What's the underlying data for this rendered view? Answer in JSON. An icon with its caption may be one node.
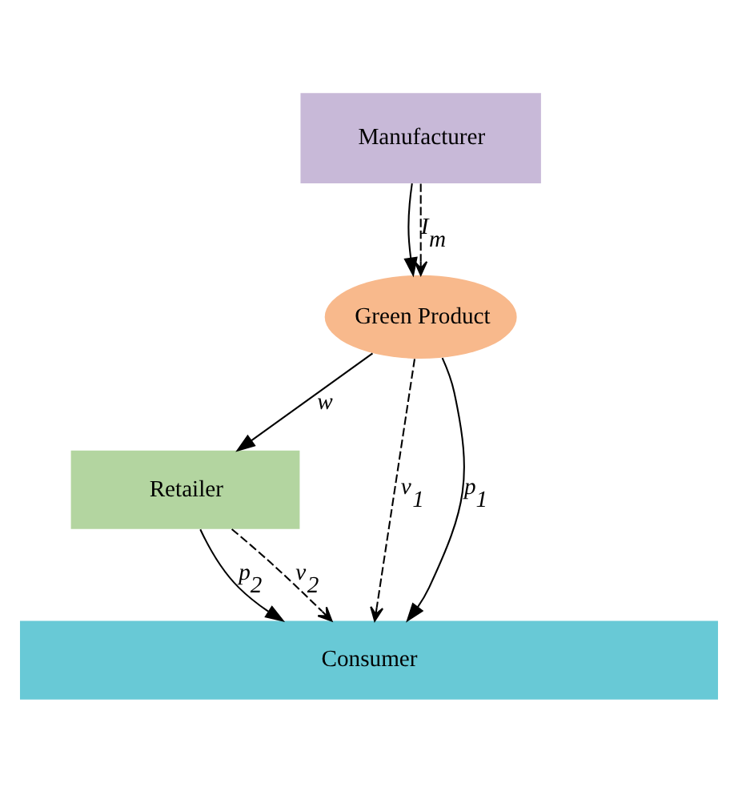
{
  "diagram": {
    "nodes": [
      {
        "text": [
          "Manufacturer"
        ]
      },
      {
        "text": [
          "Green Product"
        ]
      },
      {
        "text": [
          "Retailer"
        ]
      },
      {
        "text": [
          "Consumer"
        ]
      }
    ],
    "edges": [
      {
        "from": 0,
        "to": 1,
        "arrow": "to"
      },
      {
        "from": 0,
        "to": 1,
        "arrow": "to",
        "style": "dashed",
        "label": "I$_{m}$"
      },
      {
        "from": 1,
        "to": 3,
        "arrow": "to",
        "style": "dashed",
        "label": "v$_{1}$"
      },
      {
        "from": 1,
        "to": 3,
        "arrow": "to",
        "label": "p$_{1}$"
      },
      {
        "from": 1,
        "to": 2,
        "arrow": "to",
        "label": "w"
      },
      {
        "from": 2,
        "to": 3,
        "arrow": "to",
        "label": "p$_{2}$"
      },
      {
        "from": 2,
        "to": 3,
        "arrow": "to",
        "style": "dashed",
        "label": "v$_{2}$"
      }
    ]
  }
}
